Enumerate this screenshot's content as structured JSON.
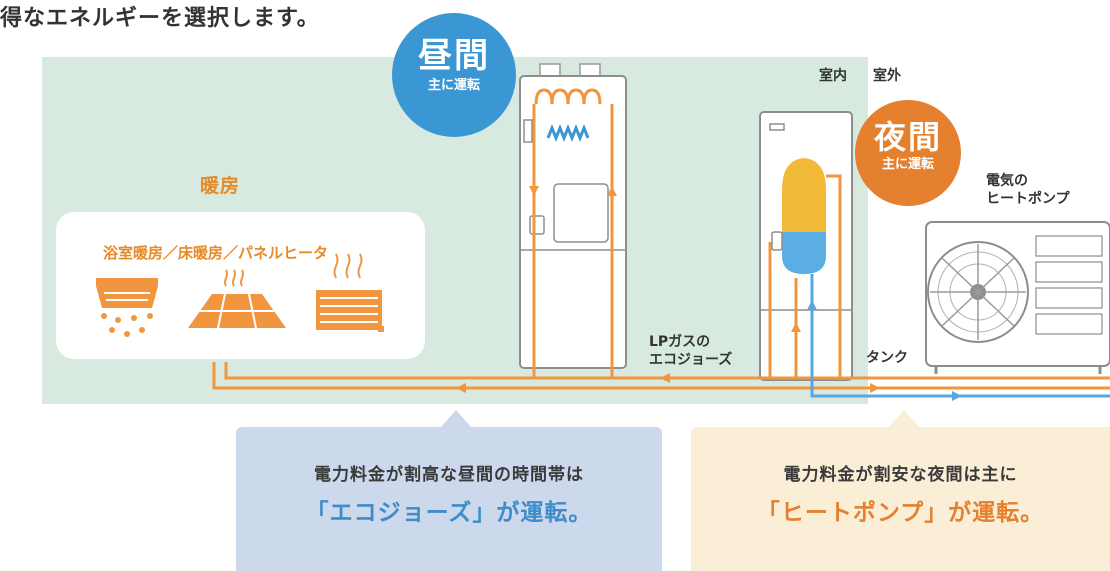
{
  "caption": "得なエネルギーを選択します。",
  "heating": {
    "title": "暖房",
    "subtitle": "浴室暖房／床暖房／パネルヒータ"
  },
  "badges": {
    "day": {
      "main": "昼間",
      "sub": "主に運転",
      "color": "#3b97d3"
    },
    "night": {
      "main": "夜間",
      "sub": "主に運転",
      "color": "#e4802e"
    }
  },
  "labels": {
    "indoor": "室内",
    "outdoor": "室外",
    "ecojozu": "LPガスの\nエコジョーズ",
    "tank": "タンク",
    "heatpump": "電気の\nヒートポンプ"
  },
  "callouts": {
    "day": {
      "line1": "電力料金が割高な昼間の時間帯は",
      "line2": "「エコジョーズ」が運転。"
    },
    "night": {
      "line1": "電力料金が割安な夜間は主に",
      "line2": "「ヒートポンプ」が運転。"
    }
  },
  "colors": {
    "panel_bg": "#d8eadf",
    "pipe_orange": "#f2953f",
    "pipe_blue": "#5aa7dd",
    "tank_yellow": "#f2b838",
    "tank_blue": "#5aaee4"
  },
  "icons": [
    "bath-heater-icon",
    "floor-heating-icon",
    "panel-heater-icon",
    "fan-grille-icon"
  ]
}
